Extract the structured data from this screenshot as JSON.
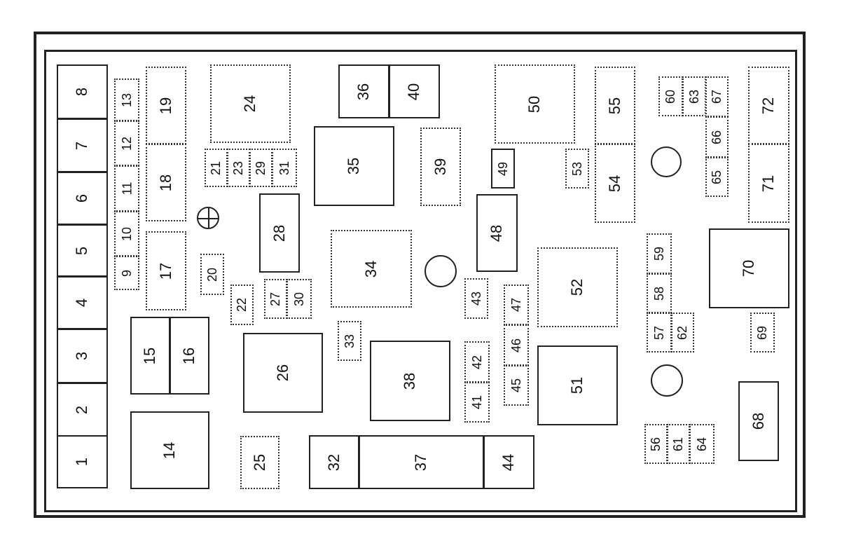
{
  "diagram": {
    "fuses": [
      {
        "id": "f1",
        "label": "1"
      },
      {
        "id": "f2",
        "label": "2"
      },
      {
        "id": "f3",
        "label": "3"
      },
      {
        "id": "f4",
        "label": "4"
      },
      {
        "id": "f5",
        "label": "5"
      },
      {
        "id": "f6",
        "label": "6"
      },
      {
        "id": "f7",
        "label": "7"
      },
      {
        "id": "f8",
        "label": "8"
      },
      {
        "id": "f9",
        "label": "9"
      },
      {
        "id": "f10",
        "label": "10"
      },
      {
        "id": "f11",
        "label": "11"
      },
      {
        "id": "f12",
        "label": "12"
      },
      {
        "id": "f13",
        "label": "13"
      },
      {
        "id": "f14",
        "label": "14"
      },
      {
        "id": "f15",
        "label": "15"
      },
      {
        "id": "f16",
        "label": "16"
      },
      {
        "id": "f17",
        "label": "17"
      },
      {
        "id": "f18",
        "label": "18"
      },
      {
        "id": "f19",
        "label": "19"
      },
      {
        "id": "f20",
        "label": "20"
      },
      {
        "id": "f21",
        "label": "21"
      },
      {
        "id": "f22",
        "label": "22"
      },
      {
        "id": "f23",
        "label": "23"
      },
      {
        "id": "f24",
        "label": "24"
      },
      {
        "id": "f25",
        "label": "25"
      },
      {
        "id": "f26",
        "label": "26"
      },
      {
        "id": "f27",
        "label": "27"
      },
      {
        "id": "f28",
        "label": "28"
      },
      {
        "id": "f29",
        "label": "29"
      },
      {
        "id": "f30",
        "label": "30"
      },
      {
        "id": "f31",
        "label": "31"
      },
      {
        "id": "f32",
        "label": "32"
      },
      {
        "id": "f33",
        "label": "33"
      },
      {
        "id": "f34",
        "label": "34"
      },
      {
        "id": "f35",
        "label": "35"
      },
      {
        "id": "f36",
        "label": "36"
      },
      {
        "id": "f37",
        "label": "37"
      },
      {
        "id": "f38",
        "label": "38"
      },
      {
        "id": "f39",
        "label": "39"
      },
      {
        "id": "f40",
        "label": "40"
      },
      {
        "id": "f41",
        "label": "41"
      },
      {
        "id": "f42",
        "label": "42"
      },
      {
        "id": "f43",
        "label": "43"
      },
      {
        "id": "f44",
        "label": "44"
      },
      {
        "id": "f45",
        "label": "45"
      },
      {
        "id": "f46",
        "label": "46"
      },
      {
        "id": "f47",
        "label": "47"
      },
      {
        "id": "f48",
        "label": "48"
      },
      {
        "id": "f49",
        "label": "49"
      },
      {
        "id": "f50",
        "label": "50"
      },
      {
        "id": "f51",
        "label": "51"
      },
      {
        "id": "f52",
        "label": "52"
      },
      {
        "id": "f53",
        "label": "53"
      },
      {
        "id": "f54",
        "label": "54"
      },
      {
        "id": "f55",
        "label": "55"
      },
      {
        "id": "f56",
        "label": "56"
      },
      {
        "id": "f57",
        "label": "57"
      },
      {
        "id": "f58",
        "label": "58"
      },
      {
        "id": "f59",
        "label": "59"
      },
      {
        "id": "f60",
        "label": "60"
      },
      {
        "id": "f61",
        "label": "61"
      },
      {
        "id": "f62",
        "label": "62"
      },
      {
        "id": "f63",
        "label": "63"
      },
      {
        "id": "f64",
        "label": "64"
      },
      {
        "id": "f65",
        "label": "65"
      },
      {
        "id": "f66",
        "label": "66"
      },
      {
        "id": "f67",
        "label": "67"
      },
      {
        "id": "f68",
        "label": "68"
      },
      {
        "id": "f69",
        "label": "69"
      },
      {
        "id": "f70",
        "label": "70"
      },
      {
        "id": "f71",
        "label": "71"
      },
      {
        "id": "f72",
        "label": "72"
      }
    ],
    "colors": {
      "line": "#222222",
      "background": "#ffffff"
    }
  }
}
